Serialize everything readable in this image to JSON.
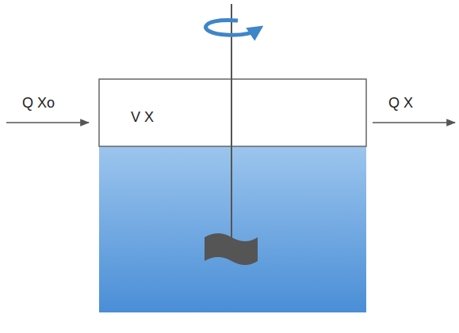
{
  "diagram": {
    "nodes": [
      {
        "text": [
          "V X"
        ]
      }
    ],
    "labels": [
      "Q Xo",
      "Q X"
    ]
  }
}
